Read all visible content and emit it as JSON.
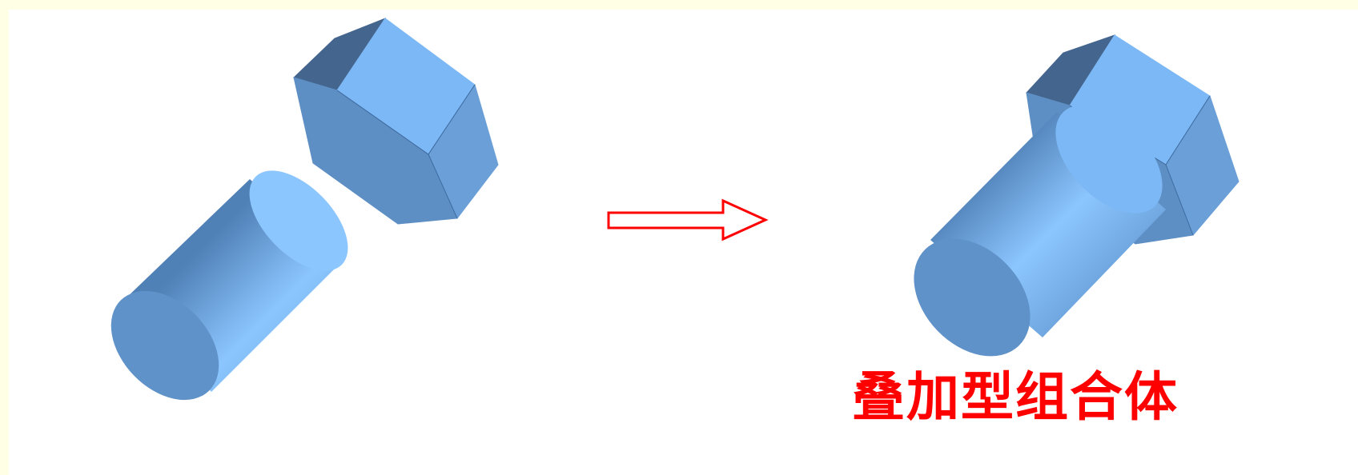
{
  "caption": "叠加型组合体",
  "colors": {
    "background": "#FFFFE6",
    "canvas": "#FFFFFF",
    "solid_face": "#6A9FD8",
    "solid_light": "#8CC6FF",
    "solid_dark": "#44658E",
    "arrow_outline": "#FF0000",
    "caption": "#FF0000"
  },
  "parts": {
    "left": [
      "hexagonal-prism",
      "cylinder"
    ],
    "right": [
      "bolt-assembly"
    ]
  },
  "arrow_direction": "right"
}
